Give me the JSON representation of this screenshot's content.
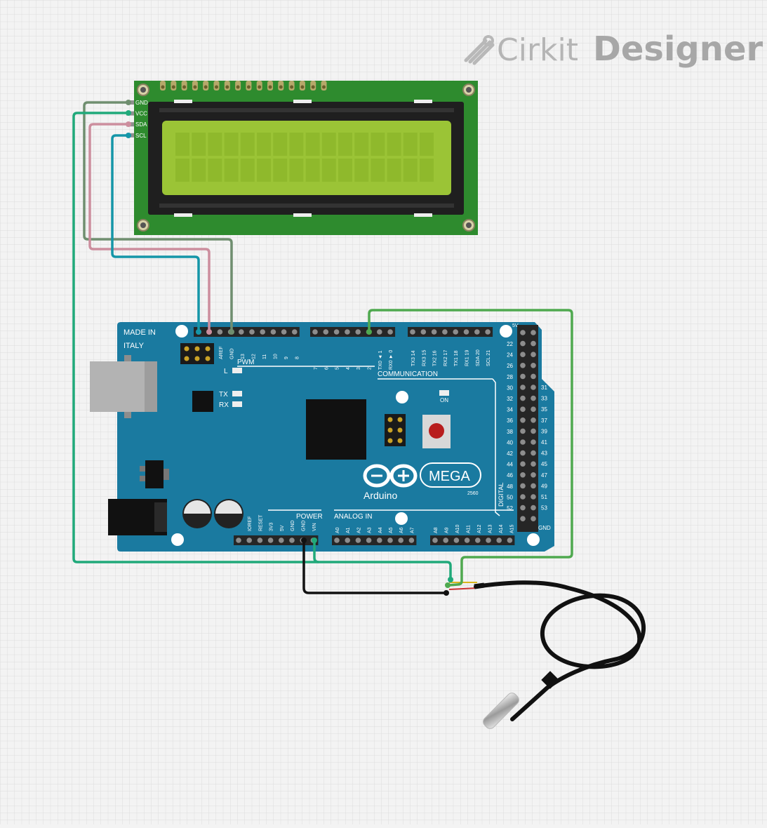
{
  "brand": {
    "prefix": "Cirkit",
    "suffix": "Designer"
  },
  "colors": {
    "wire_gnd": "#6f8e6f",
    "wire_vcc": "#20a97a",
    "wire_sda": "#cc8e9e",
    "wire_scl": "#1596a8",
    "wire_data": "#4fa94f",
    "wire_power_gnd": "#111111",
    "board": "#1a7aa0",
    "lcd_pcb": "#2e8b2e",
    "lcd_screen": "#9bc436"
  },
  "lcd": {
    "pins": [
      "GND",
      "VCC",
      "SDA",
      "SCL"
    ],
    "rows": 2,
    "cols": 16
  },
  "board": {
    "made_in": "MADE IN",
    "country": "ITALY",
    "name": "Arduino",
    "model": "MEGA",
    "model_sub": "2560",
    "pwm_label": "PWM",
    "comm_label": "COMMUNICATION",
    "power_label": "POWER",
    "analog_label": "ANALOG IN",
    "digital_label": "DIGITAL",
    "on_label": "ON",
    "tx_label": "TX",
    "rx_label": "RX",
    "l_label": "L",
    "label_5v": "5V",
    "label_gnd": "GND",
    "top_left_labels": [
      "AREF",
      "GND",
      "13",
      "12",
      "11",
      "10",
      "9",
      "8"
    ],
    "top_mid_labels": [
      "7",
      "6",
      "5",
      "4",
      "3",
      "2",
      "TX0 ◄ 1",
      "RX0 ► 0"
    ],
    "top_right_labels": [
      "TX3 14",
      "RX3 15",
      "TX2 16",
      "RX2 17",
      "TX1 18",
      "RX1 19",
      "SDA 20",
      "SCL 21"
    ],
    "power_labels": [
      "IOREF",
      "RESET",
      "3V3",
      "5V",
      "GND",
      "GND",
      "VIN"
    ],
    "analog_labels": [
      "A0",
      "A1",
      "A2",
      "A3",
      "A4",
      "A5",
      "A6",
      "A7"
    ],
    "analog2_labels": [
      "A8",
      "A9",
      "A10",
      "A11",
      "A12",
      "A13",
      "A14",
      "A15"
    ],
    "digital_left": [
      "22",
      "24",
      "26",
      "28",
      "30",
      "32",
      "34",
      "36",
      "38",
      "40",
      "42",
      "44",
      "46",
      "48",
      "50",
      "52"
    ],
    "digital_right": [
      "31",
      "33",
      "35",
      "37",
      "39",
      "41",
      "43",
      "45",
      "47",
      "49",
      "51",
      "53"
    ]
  }
}
